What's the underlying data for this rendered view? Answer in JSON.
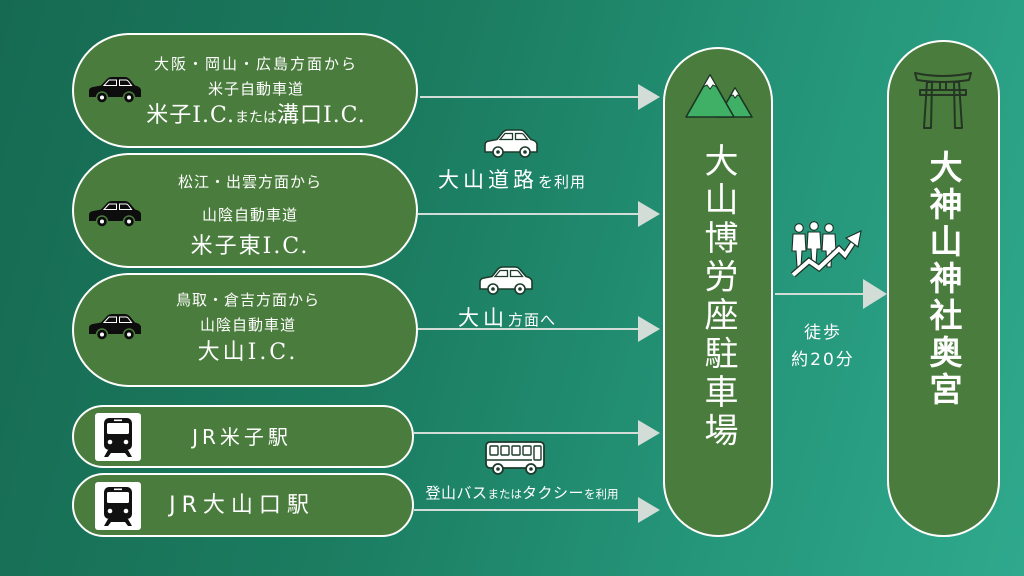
{
  "colors": {
    "box_fill": "#4a7d3d",
    "box_border": "#ffffff",
    "text": "#ffffff",
    "arrow": "#d2ddd7",
    "mountain": "#3fb066",
    "background_left": "#166a52",
    "background_right": "#2fa98d"
  },
  "road_routes": [
    {
      "icon": "car-icon",
      "from": "大阪・岡山・広島方面から",
      "road": "米子自動車道",
      "exit_parts": [
        "米子I.C.",
        "または",
        "溝口I.C."
      ]
    },
    {
      "icon": "car-icon",
      "from": "松江・出雲方面から",
      "road": "山陰自動車道",
      "exit_parts": [
        "米子東I.C."
      ]
    },
    {
      "icon": "car-icon",
      "from": "鳥取・倉吉方面から",
      "road": "山陰自動車道",
      "exit_parts": [
        "大山I.C."
      ]
    }
  ],
  "rail_routes": [
    {
      "icon": "train-icon",
      "station": "JR米子駅"
    },
    {
      "icon": "train-icon",
      "station": "JR大山口駅"
    }
  ],
  "transfers": [
    {
      "icon": "car-outline-icon",
      "main": "大山道路",
      "suffix": "を利用"
    },
    {
      "icon": "car-outline-icon",
      "main": "大山",
      "suffix": "方面へ"
    },
    {
      "icon": "bus-icon",
      "parts": [
        "登山バス",
        "または",
        "タクシー",
        "を利用"
      ]
    }
  ],
  "parking": {
    "icon": "mountain-icon",
    "label": "大山博労座駐車場"
  },
  "walk": {
    "icon": "hiking-group-icon",
    "mode": "徒歩",
    "duration": "約20分"
  },
  "destination": {
    "icon": "torii-icon",
    "label": "大神山神社奥宮"
  }
}
